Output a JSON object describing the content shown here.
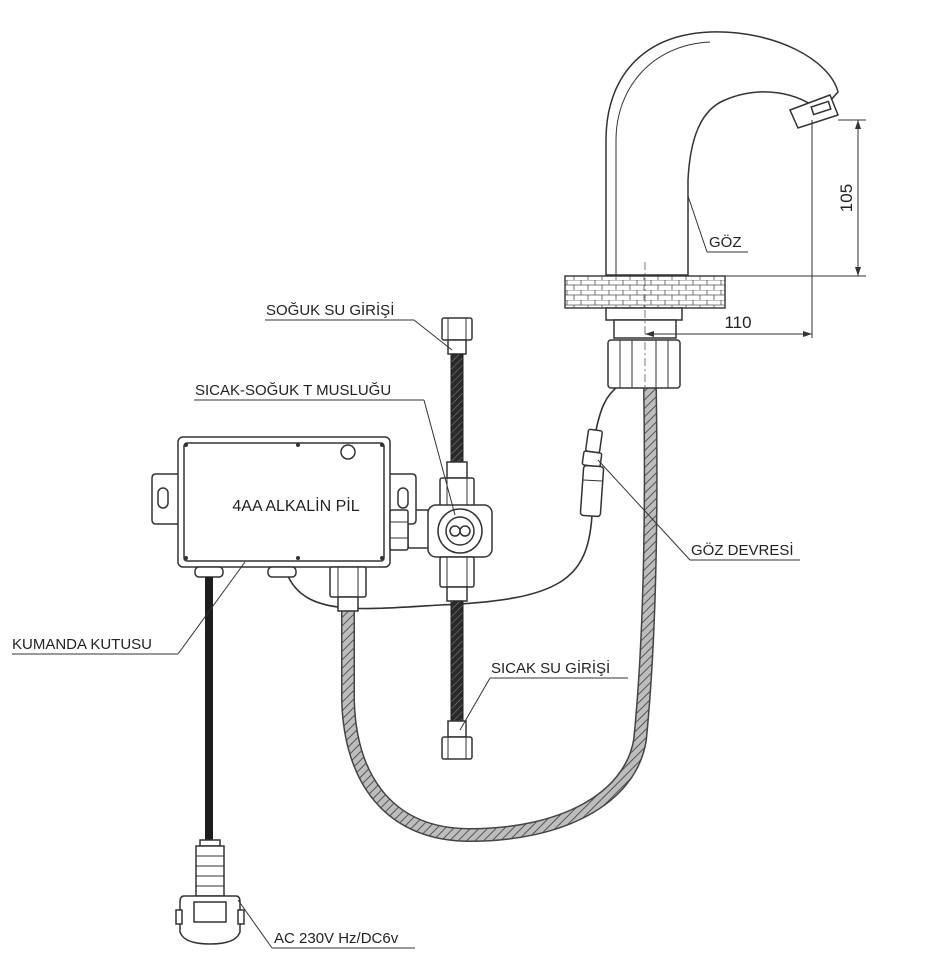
{
  "labels": {
    "cold_inlet": "SOĞUK SU GİRİŞİ",
    "t_valve": "SICAK-SOĞUK T MUSLUĞU",
    "battery": "4AA ALKALİN PİL",
    "control_box": "KUMANDA KUTUSU",
    "sensor": "GÖZ",
    "sensor_circuit": "GÖZ DEVRESİ",
    "hot_inlet": "SICAK SU GİRİŞİ",
    "power": "AC 230V Hz/DC6v"
  },
  "dimensions": {
    "height": "105",
    "reach": "110"
  },
  "colors": {
    "line": "#333333",
    "hose_dark": "#1e1e1e"
  }
}
